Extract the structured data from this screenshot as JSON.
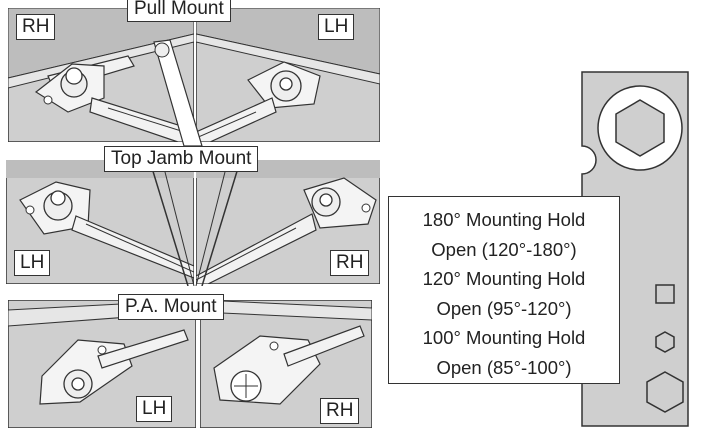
{
  "pull_mount": {
    "title": "Pull Mount",
    "left_label": "RH",
    "right_label": "LH"
  },
  "top_jamb_mount": {
    "title": "Top Jamb Mount",
    "left_label": "LH",
    "right_label": "RH"
  },
  "pa_mount": {
    "title": "P.A. Mount",
    "left_label": "LH",
    "right_label": "RH"
  },
  "hold_open": {
    "lines": [
      "180° Mounting Hold",
      "Open (120°-180°)",
      "120° Mounting Hold",
      "Open (95°-120°)",
      "100° Mounting Hold",
      "Open (85°-100°)"
    ]
  },
  "colors": {
    "panel_bg": "#c9c9c9",
    "panel_dark": "#9e9e9e",
    "line": "#333333",
    "wrench": "#cfcfcf"
  }
}
